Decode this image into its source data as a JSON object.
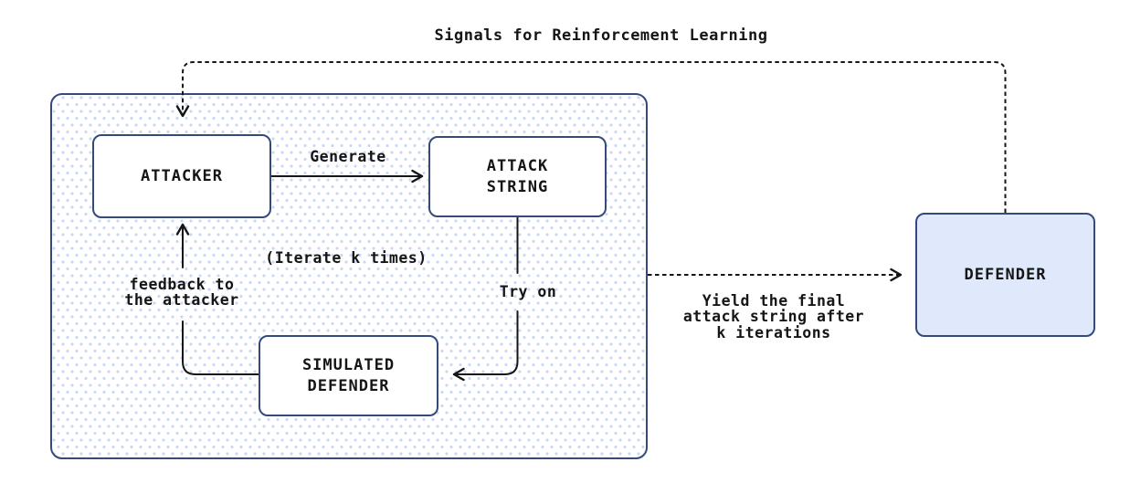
{
  "diagram": {
    "title": "Signals for Reinforcement Learning",
    "loop": {
      "nodes": {
        "attacker": {
          "label": "ATTACKER"
        },
        "attack_string": {
          "label": "ATTACK\nSTRING"
        },
        "simulated_defender": {
          "label": "SIMULATED\nDEFENDER"
        }
      },
      "edges": {
        "generate": "Generate",
        "iterate_note": "(Iterate k times)",
        "try_on": "Try on",
        "feedback": "feedback to\nthe attacker"
      }
    },
    "defender": {
      "label": "DEFENDER"
    },
    "edges": {
      "yield_final": "Yield the final\nattack string after\nk iterations"
    },
    "colors": {
      "box_border": "#35497b",
      "defender_fill": "#dfe9fb",
      "loop_dot": "#c7d8f6",
      "line": "#151515",
      "background": "#ffffff"
    }
  }
}
